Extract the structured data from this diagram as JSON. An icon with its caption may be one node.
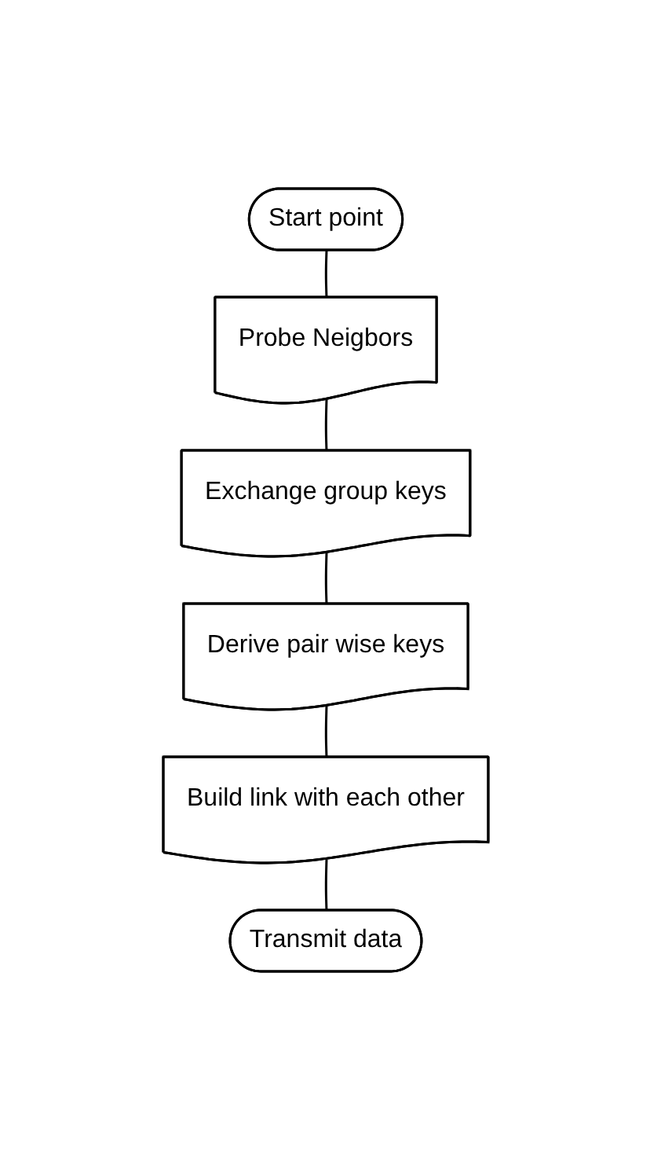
{
  "diagram": {
    "nodes": [
      {
        "text": [
          "Start point"
        ]
      },
      {
        "text": [
          "Probe Neigbors"
        ]
      },
      {
        "text": [
          "Exchange group keys"
        ]
      },
      {
        "text": [
          "Derive pair wise keys"
        ]
      },
      {
        "text": [
          "Build link with each other"
        ]
      },
      {
        "text": [
          "Transmit data"
        ]
      }
    ],
    "edges": [
      {
        "from": 0,
        "to": 1,
        "arrow": "none"
      },
      {
        "from": 1,
        "to": 2,
        "arrow": "none"
      },
      {
        "from": 2,
        "to": 3,
        "arrow": "none"
      },
      {
        "from": 3,
        "to": 4,
        "arrow": "none"
      },
      {
        "from": 4,
        "to": 5,
        "arrow": "none"
      }
    ]
  }
}
